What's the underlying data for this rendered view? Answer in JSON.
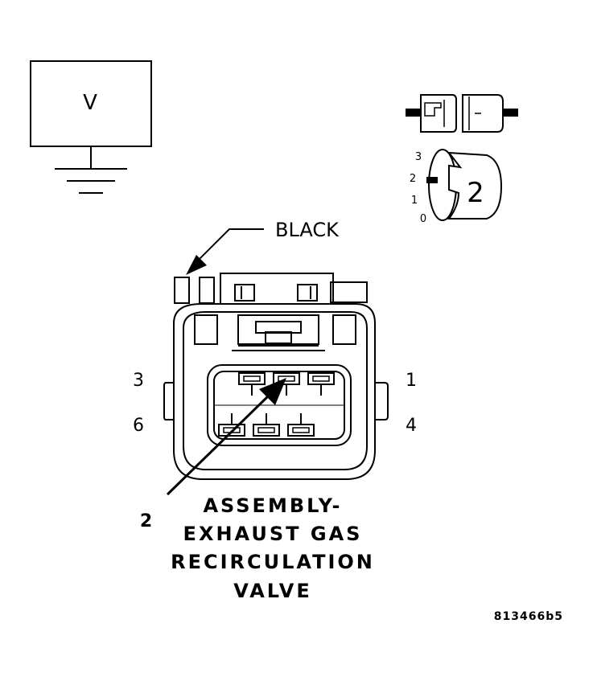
{
  "meter": {
    "symbol": "V"
  },
  "probe_selector": {
    "positions": [
      "3",
      "2",
      "1",
      "0"
    ],
    "selected": "2"
  },
  "wire_color_label": "BLACK",
  "cavities": {
    "top_left": "3",
    "top_right": "1",
    "bottom_left": "6",
    "bottom_right": "4"
  },
  "probe_callout": "2",
  "component_title": [
    "ASSEMBLY-",
    "EXHAUST GAS",
    "RECIRCULATION",
    "VALVE"
  ],
  "figure_id": "813466b5"
}
